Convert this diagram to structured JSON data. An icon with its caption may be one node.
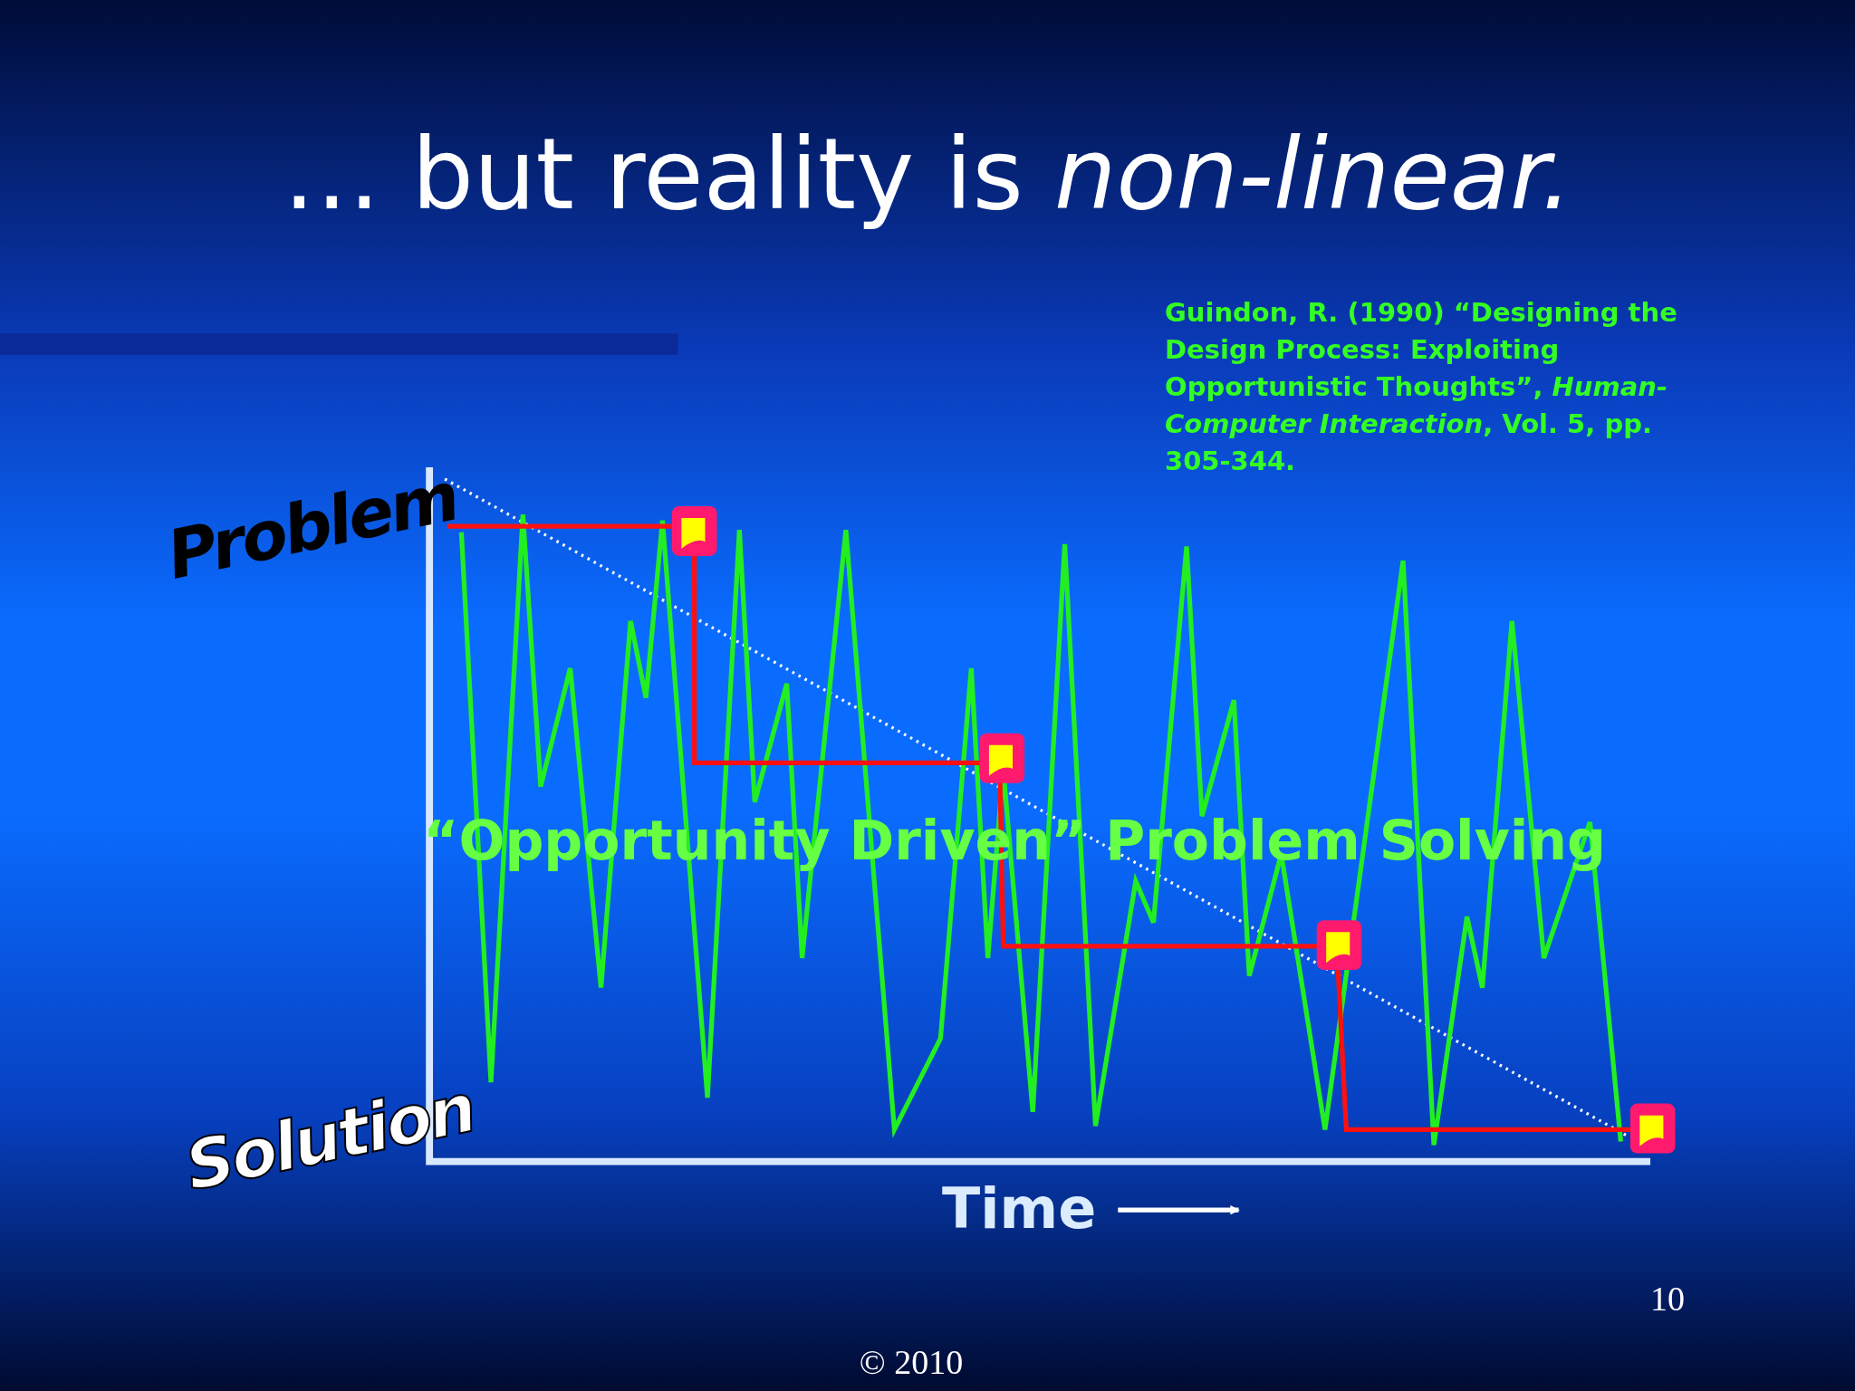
{
  "diagram": {
    "title": "… but reality is *non-linear.*",
    "labels": [
      "Guindon, R. (1990) “Designing the Design Process: Exploiting Opportunistic Thoughts”, *Human-Computer Interaction*, Vol. 5, pp. 305-344.",
      "Problem",
      "Solution",
      "“Opportunity Driven” Problem Solving",
      "Time",
      "10",
      "© 2010"
    ]
  }
}
